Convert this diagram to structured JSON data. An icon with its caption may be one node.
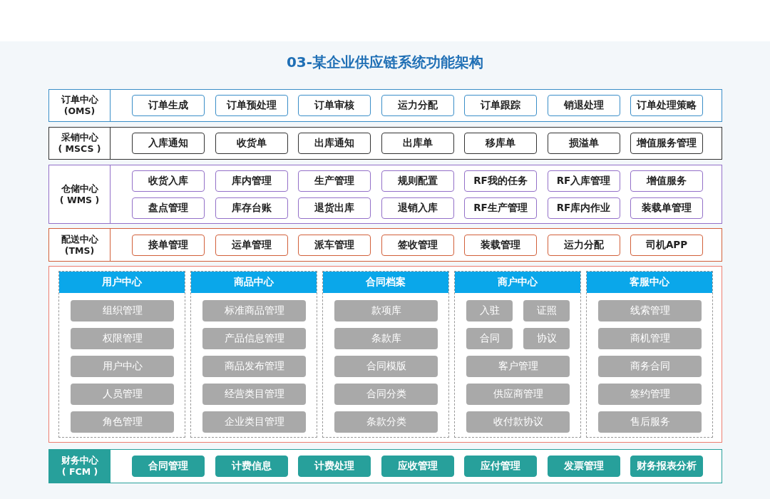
{
  "diagram": {
    "title": "03-某企业供应链系统功能架构",
    "nodes": [
      {
        "text": [
          "订单中心 (OMS)"
        ]
      },
      {
        "text": [
          "订单生成"
        ],
        "in": 0
      },
      {
        "text": [
          "订单预处理"
        ],
        "in": 0
      },
      {
        "text": [
          "订单审核"
        ],
        "in": 0
      },
      {
        "text": [
          "运力分配"
        ],
        "in": 0
      },
      {
        "text": [
          "订单跟踪"
        ],
        "in": 0
      },
      {
        "text": [
          "销退处理"
        ],
        "in": 0
      },
      {
        "text": [
          "订单处理策略"
        ],
        "in": 0
      },
      {
        "text": [
          "采销中心 ( MSCS )"
        ]
      },
      {
        "text": [
          "入库通知"
        ],
        "in": 8
      },
      {
        "text": [
          "收货单"
        ],
        "in": 8
      },
      {
        "text": [
          "出库通知"
        ],
        "in": 8
      },
      {
        "text": [
          "出库单"
        ],
        "in": 8
      },
      {
        "text": [
          "移库单"
        ],
        "in": 8
      },
      {
        "text": [
          "损溢单"
        ],
        "in": 8
      },
      {
        "text": [
          "增值服务管理"
        ],
        "in": 8
      },
      {
        "text": [
          "仓储中心 ( WMS )"
        ]
      },
      {
        "text": [
          "收货入库"
        ],
        "in": 16
      },
      {
        "text": [
          "库内管理"
        ],
        "in": 16
      },
      {
        "text": [
          "生产管理"
        ],
        "in": 16
      },
      {
        "text": [
          "规则配置"
        ],
        "in": 16
      },
      {
        "text": [
          "RF我的任务"
        ],
        "in": 16
      },
      {
        "text": [
          "RF入库管理"
        ],
        "in": 16
      },
      {
        "text": [
          "增值服务"
        ],
        "in": 16
      },
      {
        "text": [
          "盘点管理"
        ],
        "in": 16
      },
      {
        "text": [
          "库存台账"
        ],
        "in": 16
      },
      {
        "text": [
          "退货出库"
        ],
        "in": 16
      },
      {
        "text": [
          "退销入库"
        ],
        "in": 16
      },
      {
        "text": [
          "RF生产管理"
        ],
        "in": 16
      },
      {
        "text": [
          "RF库内作业"
        ],
        "in": 16
      },
      {
        "text": [
          "装载单管理"
        ],
        "in": 16
      },
      {
        "text": [
          "配送中心 (TMS)"
        ]
      },
      {
        "text": [
          "接单管理"
        ],
        "in": 31
      },
      {
        "text": [
          "运单管理"
        ],
        "in": 31
      },
      {
        "text": [
          "派车管理"
        ],
        "in": 31
      },
      {
        "text": [
          "签收管理"
        ],
        "in": 31
      },
      {
        "text": [
          "装载管理"
        ],
        "in": 31
      },
      {
        "text": [
          "运力分配"
        ],
        "in": 31
      },
      {
        "text": [
          "司机APP"
        ],
        "in": 31
      },
      {
        "text": [],
        "shape": "box"
      },
      {
        "text": [
          "用户中心"
        ],
        "in": 39
      },
      {
        "text": [
          "组织管理"
        ],
        "in": 40
      },
      {
        "text": [
          "权限管理"
        ],
        "in": 40
      },
      {
        "text": [
          "用户中心"
        ],
        "in": 40
      },
      {
        "text": [
          "人员管理"
        ],
        "in": 40
      },
      {
        "text": [
          "角色管理"
        ],
        "in": 40
      },
      {
        "text": [
          "商品中心"
        ],
        "in": 39
      },
      {
        "text": [
          "标准商品管理"
        ],
        "in": 46
      },
      {
        "text": [
          "产品信息管理"
        ],
        "in": 46
      },
      {
        "text": [
          "商品发布管理"
        ],
        "in": 46
      },
      {
        "text": [
          "经营类目管理"
        ],
        "in": 46
      },
      {
        "text": [
          "企业类目管理"
        ],
        "in": 46
      },
      {
        "text": [
          "合同档案"
        ],
        "in": 39
      },
      {
        "text": [
          "款项库"
        ],
        "in": 52
      },
      {
        "text": [
          "条款库"
        ],
        "in": 52
      },
      {
        "text": [
          "合同模版"
        ],
        "in": 52
      },
      {
        "text": [
          "合同分类"
        ],
        "in": 52
      },
      {
        "text": [
          "条款分类"
        ],
        "in": 52
      },
      {
        "text": [
          "商户中心"
        ],
        "in": 39
      },
      {
        "text": [
          "入驻"
        ],
        "in": 58
      },
      {
        "text": [
          "证照"
        ],
        "in": 58
      },
      {
        "text": [
          "合同"
        ],
        "in": 58
      },
      {
        "text": [
          "协议"
        ],
        "in": 58
      },
      {
        "text": [
          "客户管理"
        ],
        "in": 58
      },
      {
        "text": [
          "供应商管理"
        ],
        "in": 58
      },
      {
        "text": [
          "收付款协议"
        ],
        "in": 58
      },
      {
        "text": [
          "客服中心"
        ],
        "in": 39
      },
      {
        "text": [
          "线索管理"
        ],
        "in": 66
      },
      {
        "text": [
          "商机管理"
        ],
        "in": 66
      },
      {
        "text": [
          "商务合同"
        ],
        "in": 66
      },
      {
        "text": [
          "签约管理"
        ],
        "in": 66
      },
      {
        "text": [
          "售后服务"
        ],
        "in": 66
      },
      {
        "text": [
          "财务中心 ( FCM )"
        ]
      },
      {
        "text": [
          "合同管理"
        ],
        "in": 72
      },
      {
        "text": [
          "计费信息"
        ],
        "in": 72
      },
      {
        "text": [
          "计费处理"
        ],
        "in": 72
      },
      {
        "text": [
          "应收管理"
        ],
        "in": 72
      },
      {
        "text": [
          "应付管理"
        ],
        "in": 72
      },
      {
        "text": [
          "发票管理"
        ],
        "in": 72
      },
      {
        "text": [
          "财务报表分析"
        ],
        "in": 72
      }
    ],
    "edges": []
  }
}
